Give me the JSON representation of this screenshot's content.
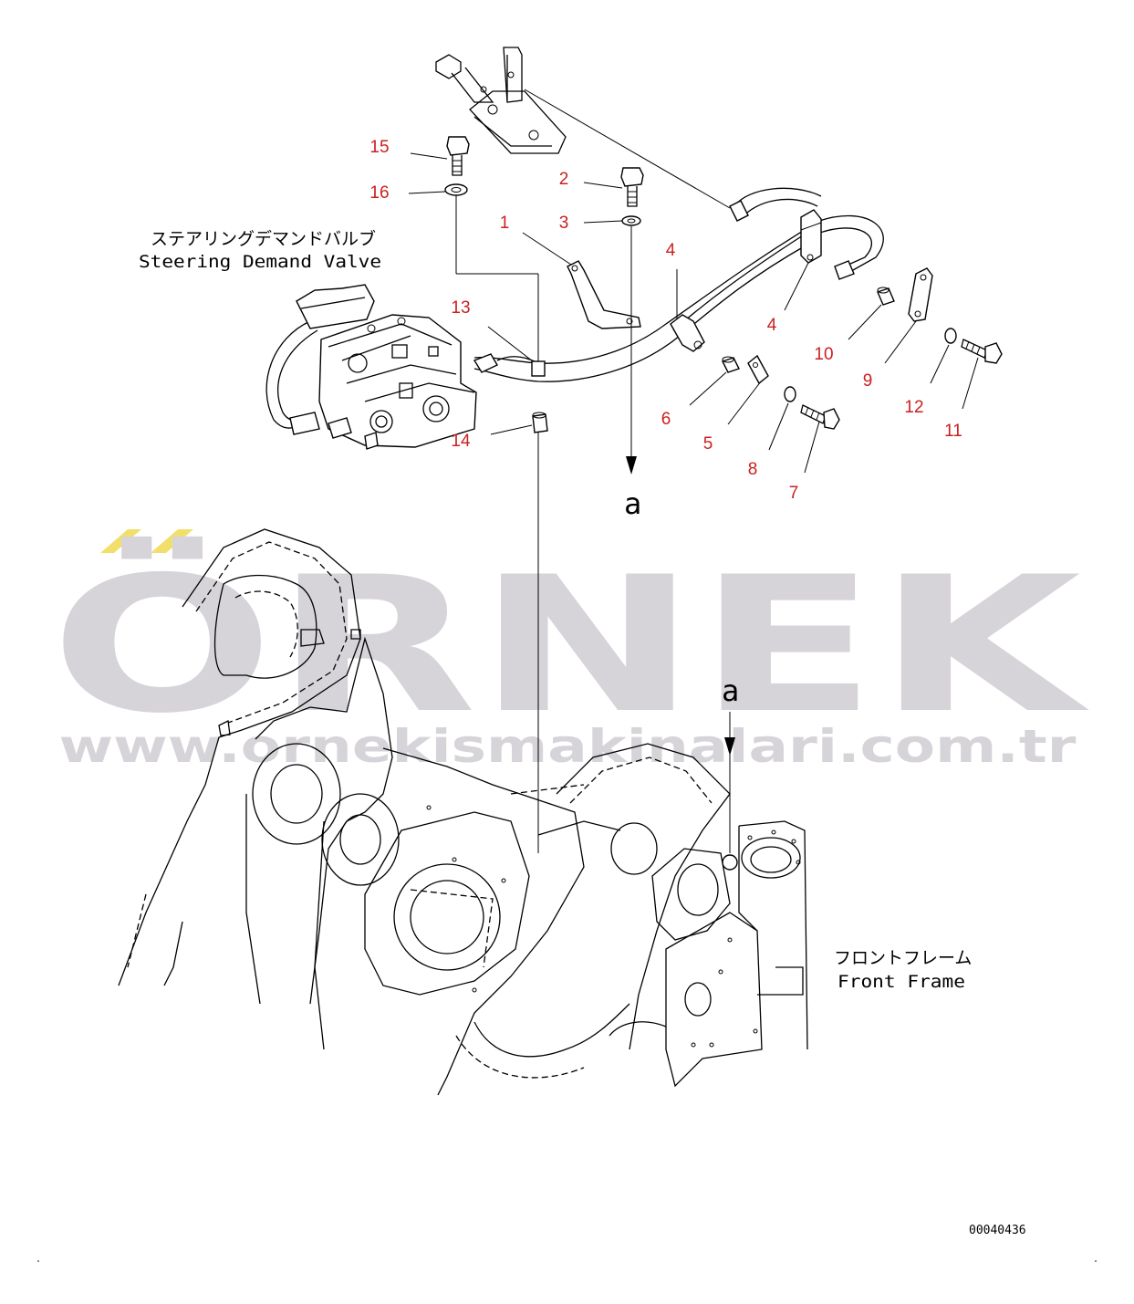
{
  "labels": {
    "steering_jp": "ステアリングデマンドバルブ",
    "steering_en": "Steering Demand Valve",
    "frame_jp": "フロントフレーム",
    "frame_en": "Front Frame",
    "ref_a_top": "a",
    "ref_a_bottom": "a",
    "drawing_no": "00040436"
  },
  "callouts": [
    "1",
    "2",
    "3",
    "4",
    "4",
    "5",
    "6",
    "7",
    "8",
    "9",
    "10",
    "11",
    "12",
    "13",
    "14",
    "15",
    "16"
  ],
  "watermark": {
    "brand": "ÖRNEK",
    "url": "www.ornekismakinalari.com.tr"
  },
  "colors": {
    "callout": "#cc1f1f",
    "watermark": "#d6d4d8",
    "watermark_accent": "#f2df6b",
    "line": "#000000"
  }
}
